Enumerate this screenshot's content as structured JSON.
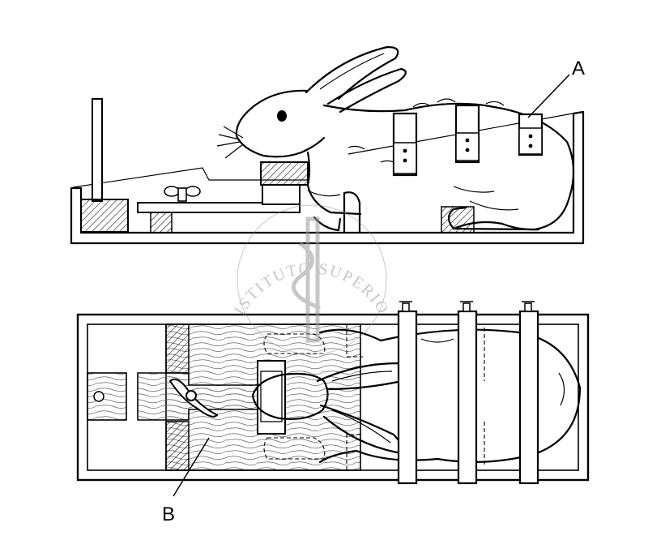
{
  "labels": {
    "a": "A",
    "b": "B"
  },
  "watermark": {
    "text": "ISTITUTO SUPERIORE DI SANITÀ"
  },
  "colors": {
    "ink": "#000000",
    "paper": "#ffffff",
    "watermark": "#9a9a9a"
  }
}
